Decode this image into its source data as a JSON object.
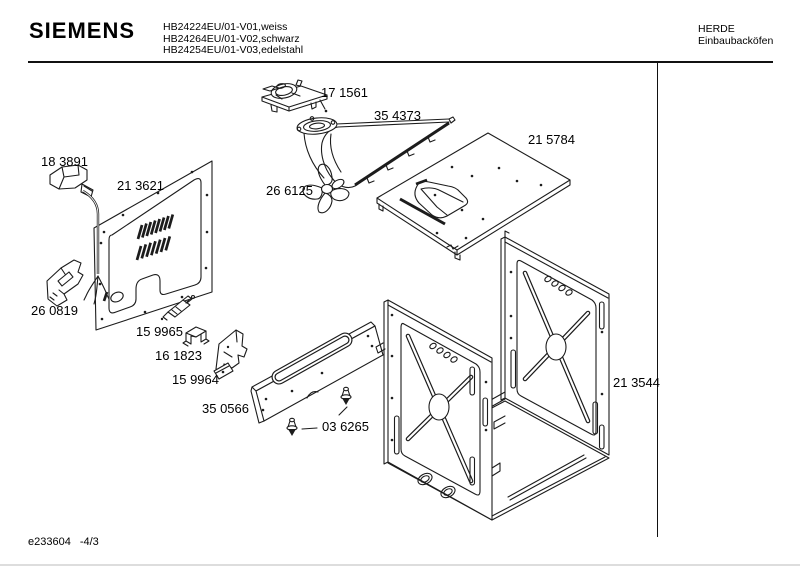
{
  "header": {
    "brand": "SIEMENS",
    "models": [
      "HB24224EU/01-V01,weiss",
      "HB24264EU/01-V02,schwarz",
      "HB24254EU/01-V03,edelstahl"
    ],
    "category": [
      "HERDE",
      "Einbaubacköfen"
    ]
  },
  "parts": {
    "p171561": "17 1561",
    "p354373": "35 4373",
    "p215784": "21 5784",
    "p183891": "18 3891",
    "p213621": "21 3621",
    "p266125": "26 6125",
    "p260819": "26 0819",
    "p159965": "15 9965",
    "p161823": "16 1823",
    "p159964": "15 9964",
    "p350566": "35 0566",
    "p036265": "03 6265",
    "p213544": "21 3544"
  },
  "footer": {
    "code": "e233604",
    "sheet": "-4/3"
  },
  "colors": {
    "line": "#1c1c1c",
    "text": "#000000",
    "background": "#ffffff"
  }
}
